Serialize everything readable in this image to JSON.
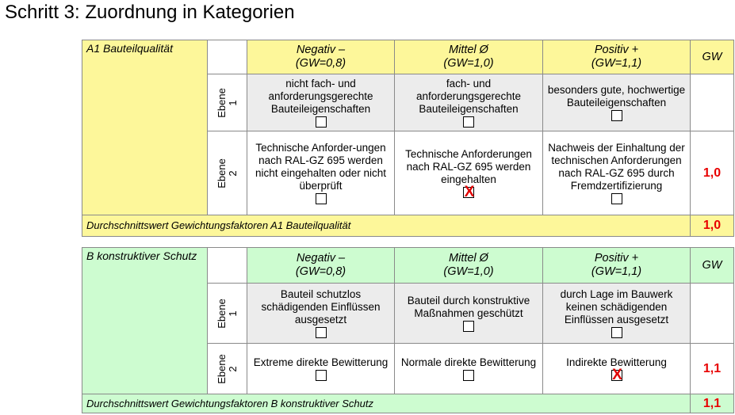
{
  "page": {
    "title": "Schritt 3: Zuordnung in Kategorien"
  },
  "table_a": {
    "category": "A1 Bauteilqualität",
    "columns": [
      {
        "line1": "Negativ –",
        "line2": "(GW=0,8)"
      },
      {
        "line1": "Mittel Ø",
        "line2": "(GW=1,0)"
      },
      {
        "line1": "Positiv +",
        "line2": "(GW=1,1)"
      }
    ],
    "gw_header": "GW",
    "rows": [
      {
        "ebene_word": "Ebene",
        "ebene_num": "1",
        "cells": [
          {
            "text": "nicht fach- und anforderungsgerechte Bauteileigenschaften",
            "checked": false
          },
          {
            "text": "fach- und anforderungsgerechte Bauteileigenschaften",
            "checked": false
          },
          {
            "text": "besonders gute, hochwertige Bauteileigenschaften",
            "checked": false
          }
        ],
        "gw": ""
      },
      {
        "ebene_word": "Ebene",
        "ebene_num": "2",
        "cells": [
          {
            "text": "Technische Anforder-ungen nach RAL-GZ 695 werden nicht eingehalten oder nicht überprüft",
            "checked": false
          },
          {
            "text": "Technische Anforderungen nach RAL-GZ 695 werden eingehalten",
            "checked": true
          },
          {
            "text": "Nachweis der Einhaltung der technischen Anforderungen nach RAL-GZ 695 durch Fremdzertifizierung",
            "checked": false
          }
        ],
        "gw": "1,0"
      }
    ],
    "average_label": "Durchschnittswert Gewichtungsfaktoren A1 Bauteilqualität",
    "average_value": "1,0",
    "color": "#fdf79a"
  },
  "table_b": {
    "category": "B konstruktiver Schutz",
    "columns": [
      {
        "line1": "Negativ –",
        "line2": "(GW=0,8)"
      },
      {
        "line1": "Mittel Ø",
        "line2": "(GW=1,0)"
      },
      {
        "line1": "Positiv +",
        "line2": "(GW=1,1)"
      }
    ],
    "gw_header": "GW",
    "rows": [
      {
        "ebene_word": "Ebene",
        "ebene_num": "1",
        "cells": [
          {
            "text": "Bauteil schutzlos schädigenden Einflüssen ausgesetzt",
            "checked": false
          },
          {
            "text": "Bauteil durch konstruktive Maßnahmen geschützt",
            "checked": false
          },
          {
            "text": "durch Lage im Bauwerk keinen schädigenden Einflüssen ausgesetzt",
            "checked": false
          }
        ],
        "gw": ""
      },
      {
        "ebene_word": "Ebene",
        "ebene_num": "2",
        "cells": [
          {
            "text": "Extreme direkte Bewitterung",
            "checked": false
          },
          {
            "text": "Normale direkte Bewitterung",
            "checked": false
          },
          {
            "text": "Indirekte Bewitterung",
            "checked": true
          }
        ],
        "gw": "1,1"
      }
    ],
    "average_label": "Durchschnittswert Gewichtungsfaktoren B konstruktiver Schutz",
    "average_value": "1,1",
    "color": "#cdfcd0"
  },
  "checkmark": {
    "glyph": "X",
    "color": "#e10000"
  }
}
